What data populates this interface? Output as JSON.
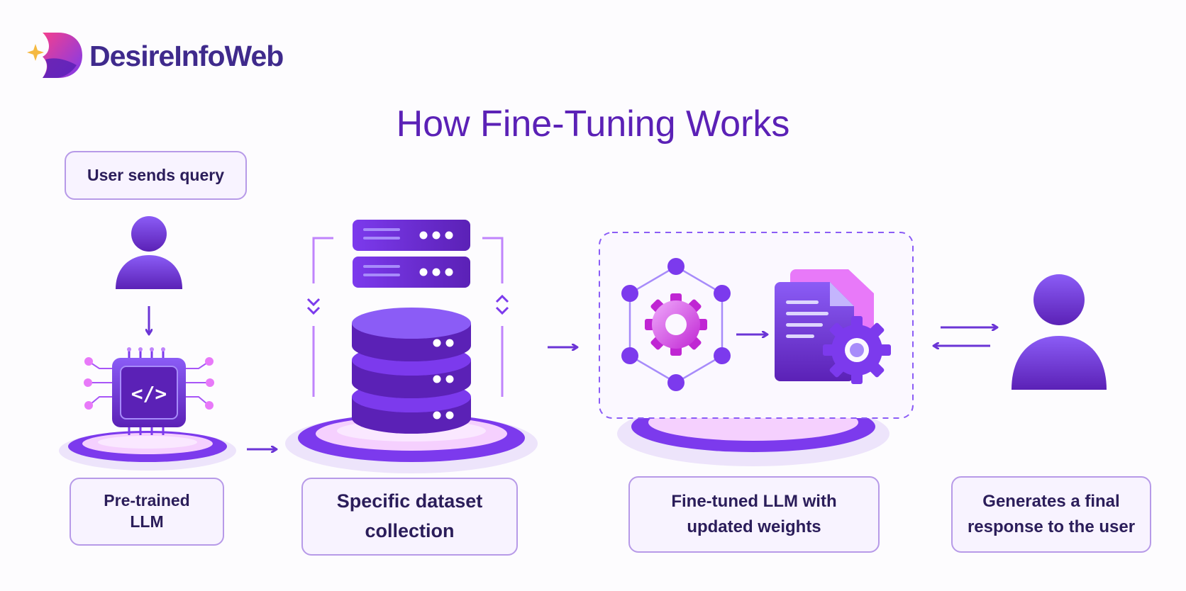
{
  "brand": {
    "name": "DesireInfoWeb"
  },
  "title": "How Fine-Tuning Works",
  "steps": {
    "user_query": "User sends query",
    "pretrained_line1": "Pre-trained",
    "pretrained_line2": "LLM",
    "dataset_line1": "Specific dataset",
    "dataset_line2": "collection",
    "finetuned_line1": "Fine-tuned LLM with",
    "finetuned_line2": "updated weights",
    "response_line1": "Generates a final",
    "response_line2": "response to the user"
  },
  "colors": {
    "primary": "#6b35d6",
    "dark": "#4c1d95",
    "accent_pink": "#e04ed8",
    "box_border": "#b79ae8",
    "box_bg": "#f8f3ff",
    "text": "#2b1d5a"
  },
  "icons": [
    "logo-icon",
    "user-icon",
    "chip-icon",
    "server-icon",
    "database-icon",
    "network-gear-icon",
    "document-gear-icon",
    "arrow-icon"
  ]
}
